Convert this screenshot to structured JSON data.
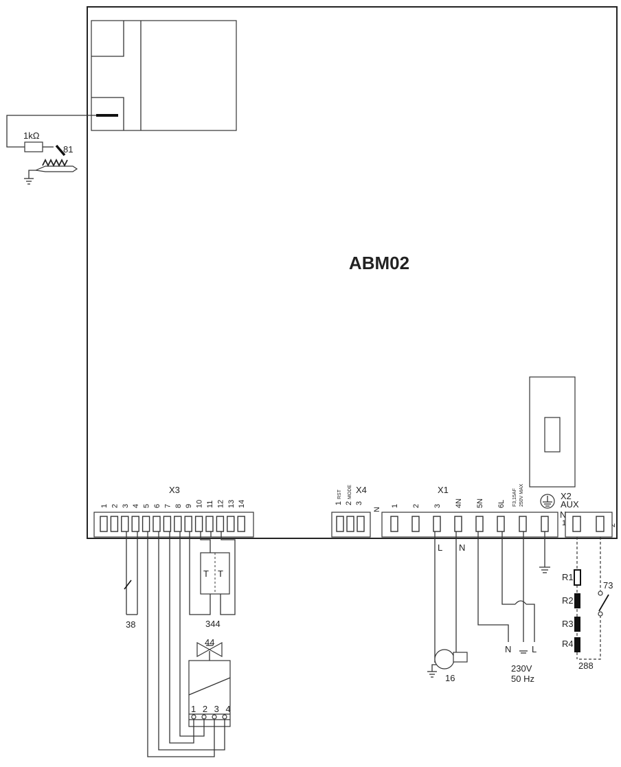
{
  "board": {
    "name": "ABM02"
  },
  "connectors": {
    "x3": {
      "label": "X3",
      "pins": [
        "1",
        "2",
        "3",
        "4",
        "5",
        "6",
        "7",
        "8",
        "9",
        "10",
        "11",
        "12",
        "13",
        "14"
      ]
    },
    "x4": {
      "label": "X4",
      "pins": [
        "1",
        "2",
        "3"
      ],
      "sub": [
        "RST",
        "MODE"
      ]
    },
    "x1": {
      "label": "X1",
      "pins": [
        "1",
        "2",
        "3",
        "4N",
        "5N",
        "6L"
      ],
      "n_label": "N"
    },
    "fuse": {
      "line1": "F3,15AF",
      "line2": "250V MAX"
    },
    "x2": {
      "label": "X2",
      "aux": "AUX",
      "pin_n": "N",
      "pin_1": "1",
      "pin_2": "2"
    }
  },
  "components": {
    "resistor": "1kΩ",
    "sensor_81": "81",
    "switch_38": "38",
    "thermostat_344": "344",
    "thermostat_t1": "T",
    "thermostat_t2": "T",
    "valve_44": "44",
    "valve_pins": "1 2 3 4",
    "pump_16": "16",
    "pump_l": "L",
    "pump_n": "N",
    "supply": {
      "n": "N",
      "l": "L",
      "voltage": "230V",
      "freq": "50 Hz"
    },
    "resistors": [
      "R1",
      "R2",
      "R3",
      "R4"
    ],
    "switch_73": "73",
    "group_288": "288"
  }
}
